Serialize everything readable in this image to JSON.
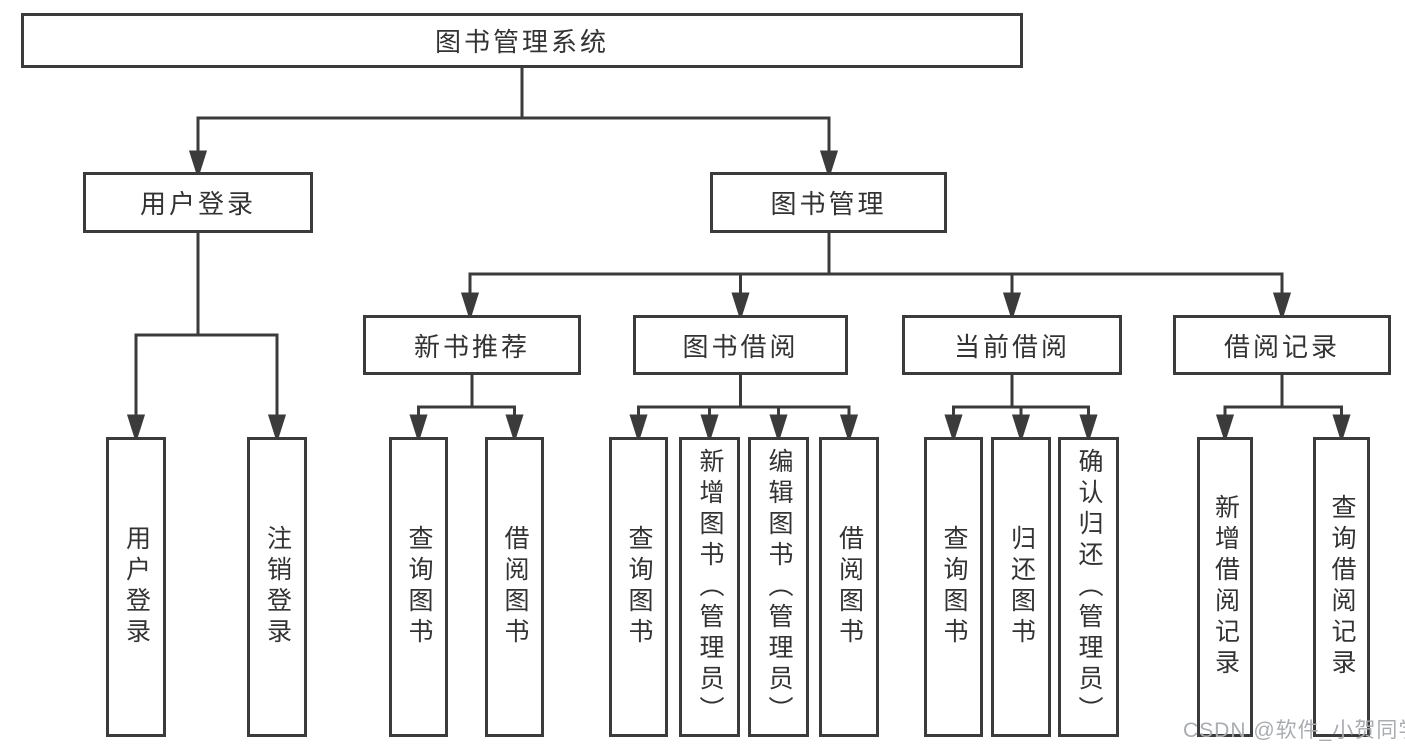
{
  "tree": {
    "root": {
      "label": "图书管理系统"
    },
    "branches": [
      {
        "label": "用户登录",
        "children": [
          {
            "label": "用户登录"
          },
          {
            "label": "注销登录"
          }
        ]
      },
      {
        "label": "图书管理",
        "children": [
          {
            "label": "新书推荐",
            "children": [
              {
                "label": "查询图书"
              },
              {
                "label": "借阅图书"
              }
            ]
          },
          {
            "label": "图书借阅",
            "children": [
              {
                "label": "查询图书"
              },
              {
                "label": "新增图书（管理员）"
              },
              {
                "label": "编辑图书（管理员）"
              },
              {
                "label": "借阅图书"
              }
            ]
          },
          {
            "label": "当前借阅",
            "children": [
              {
                "label": "查询图书"
              },
              {
                "label": "归还图书"
              },
              {
                "label": "确认归还（管理员）"
              }
            ]
          },
          {
            "label": "借阅记录",
            "children": [
              {
                "label": "新增借阅记录"
              },
              {
                "label": "查询借阅记录"
              }
            ]
          }
        ]
      }
    ]
  },
  "watermark": {
    "text": "CSDN @软件_小贺同学"
  },
  "colors": {
    "line": "#3b3b3b",
    "text": "#333333",
    "watermark": "#a9adb2",
    "background": "#ffffff"
  }
}
